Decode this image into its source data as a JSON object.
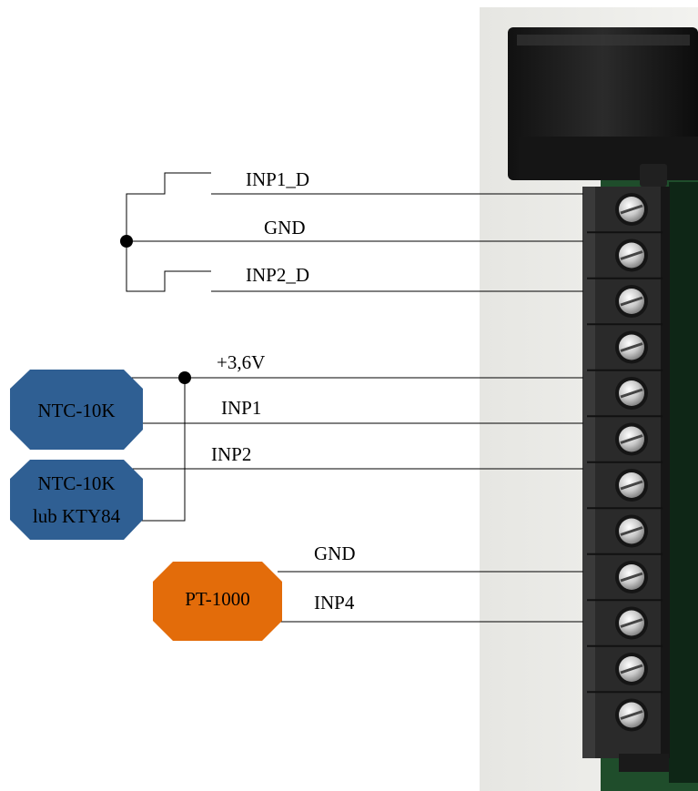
{
  "wires": {
    "inp1_d": "INP1_D",
    "gnd_top": "GND",
    "inp2_d": "INP2_D",
    "plus_3v6": "+3,6V",
    "inp1": "INP1",
    "inp2": "INP2",
    "gnd_bottom": "GND",
    "inp4": "INP4"
  },
  "sensors": {
    "ntc1": {
      "line1": "NTC-10K"
    },
    "ntc2": {
      "line1": "NTC-10K",
      "line2": "lub KTY84"
    },
    "pt1000": {
      "line1": "PT-1000"
    }
  },
  "colors": {
    "ntc_fill": "#2f5f93",
    "pt_fill": "#e36c0a",
    "wire": "#000000",
    "terminal_block": "#2a2a2a",
    "pcb": "#1f4d2b",
    "photo_bg": "#ebebe8"
  },
  "terminal_count": 12
}
